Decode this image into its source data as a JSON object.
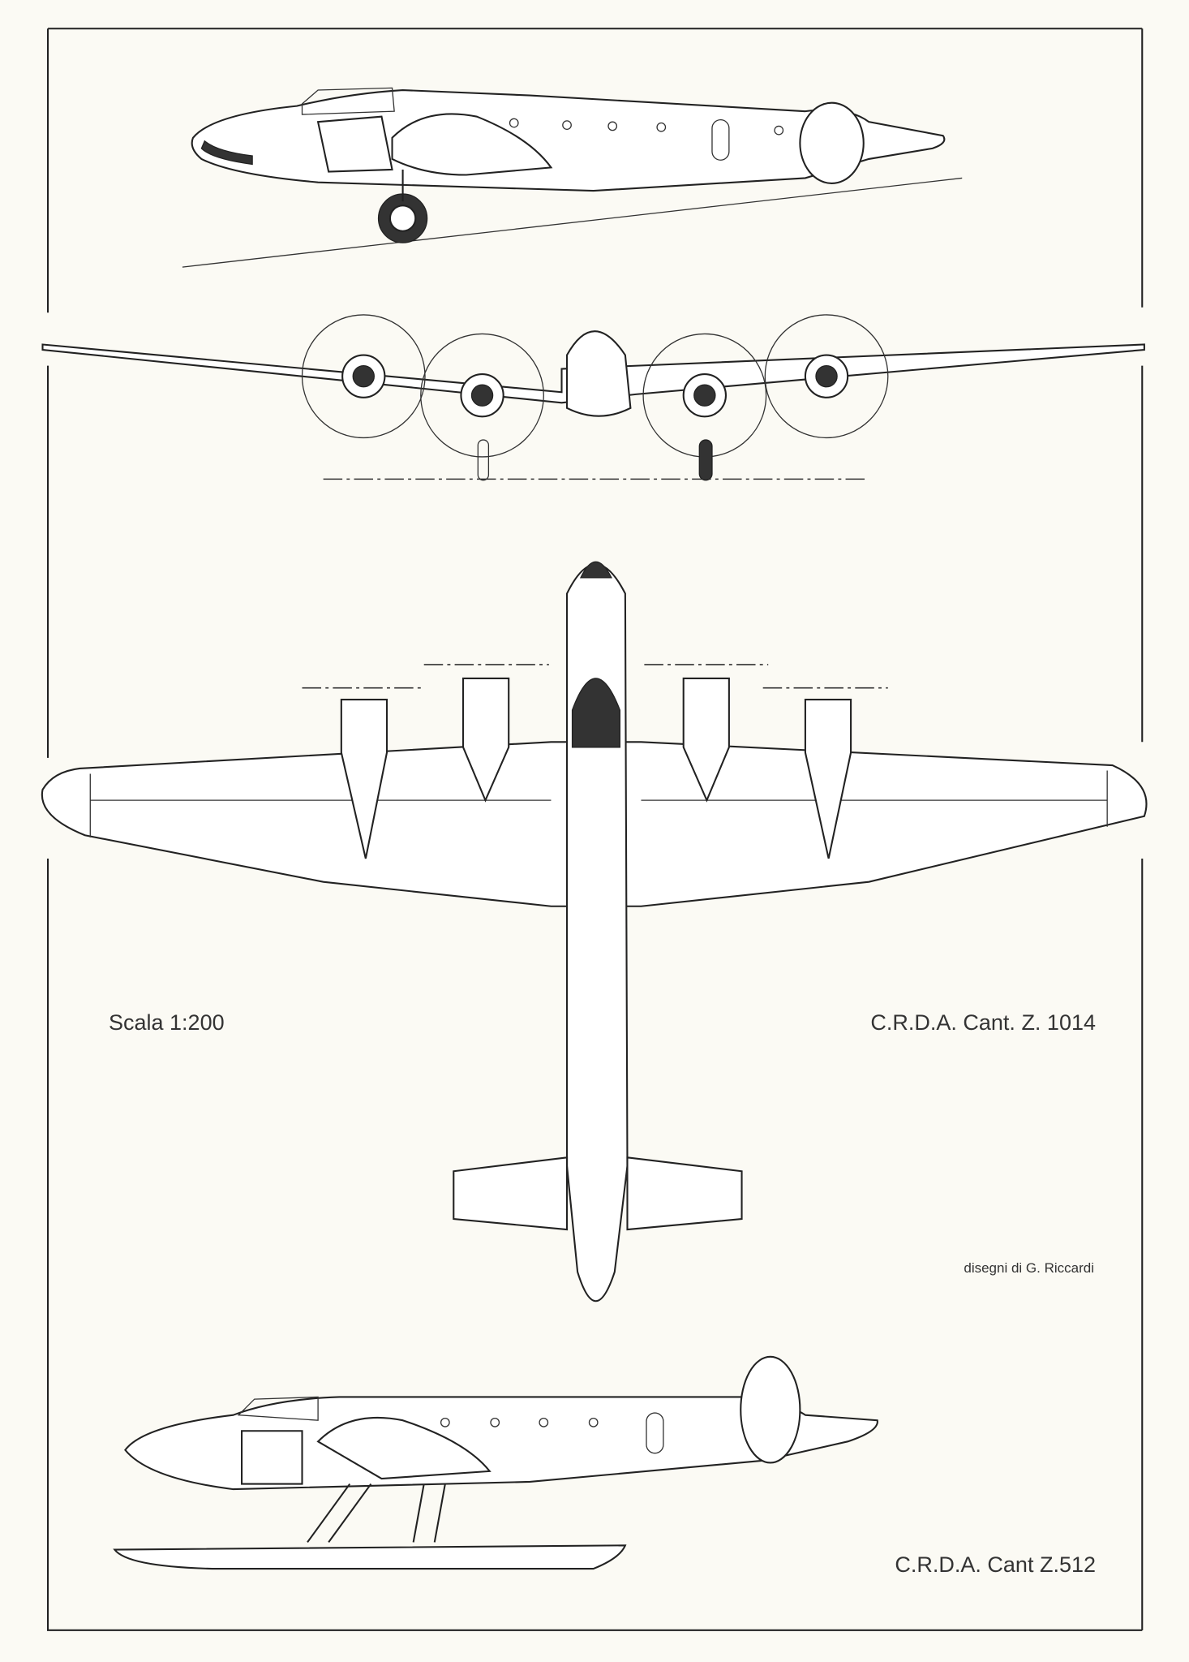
{
  "labels": {
    "scale": "Scala 1:200",
    "aircraft_main": "C.R.D.A. Cant. Z. 1014",
    "credit": "disegni di G. Riccardi",
    "aircraft_float": "C.R.D.A. Cant Z.512"
  },
  "colors": {
    "paper": "#fbfaf4",
    "ink": "#222222"
  }
}
